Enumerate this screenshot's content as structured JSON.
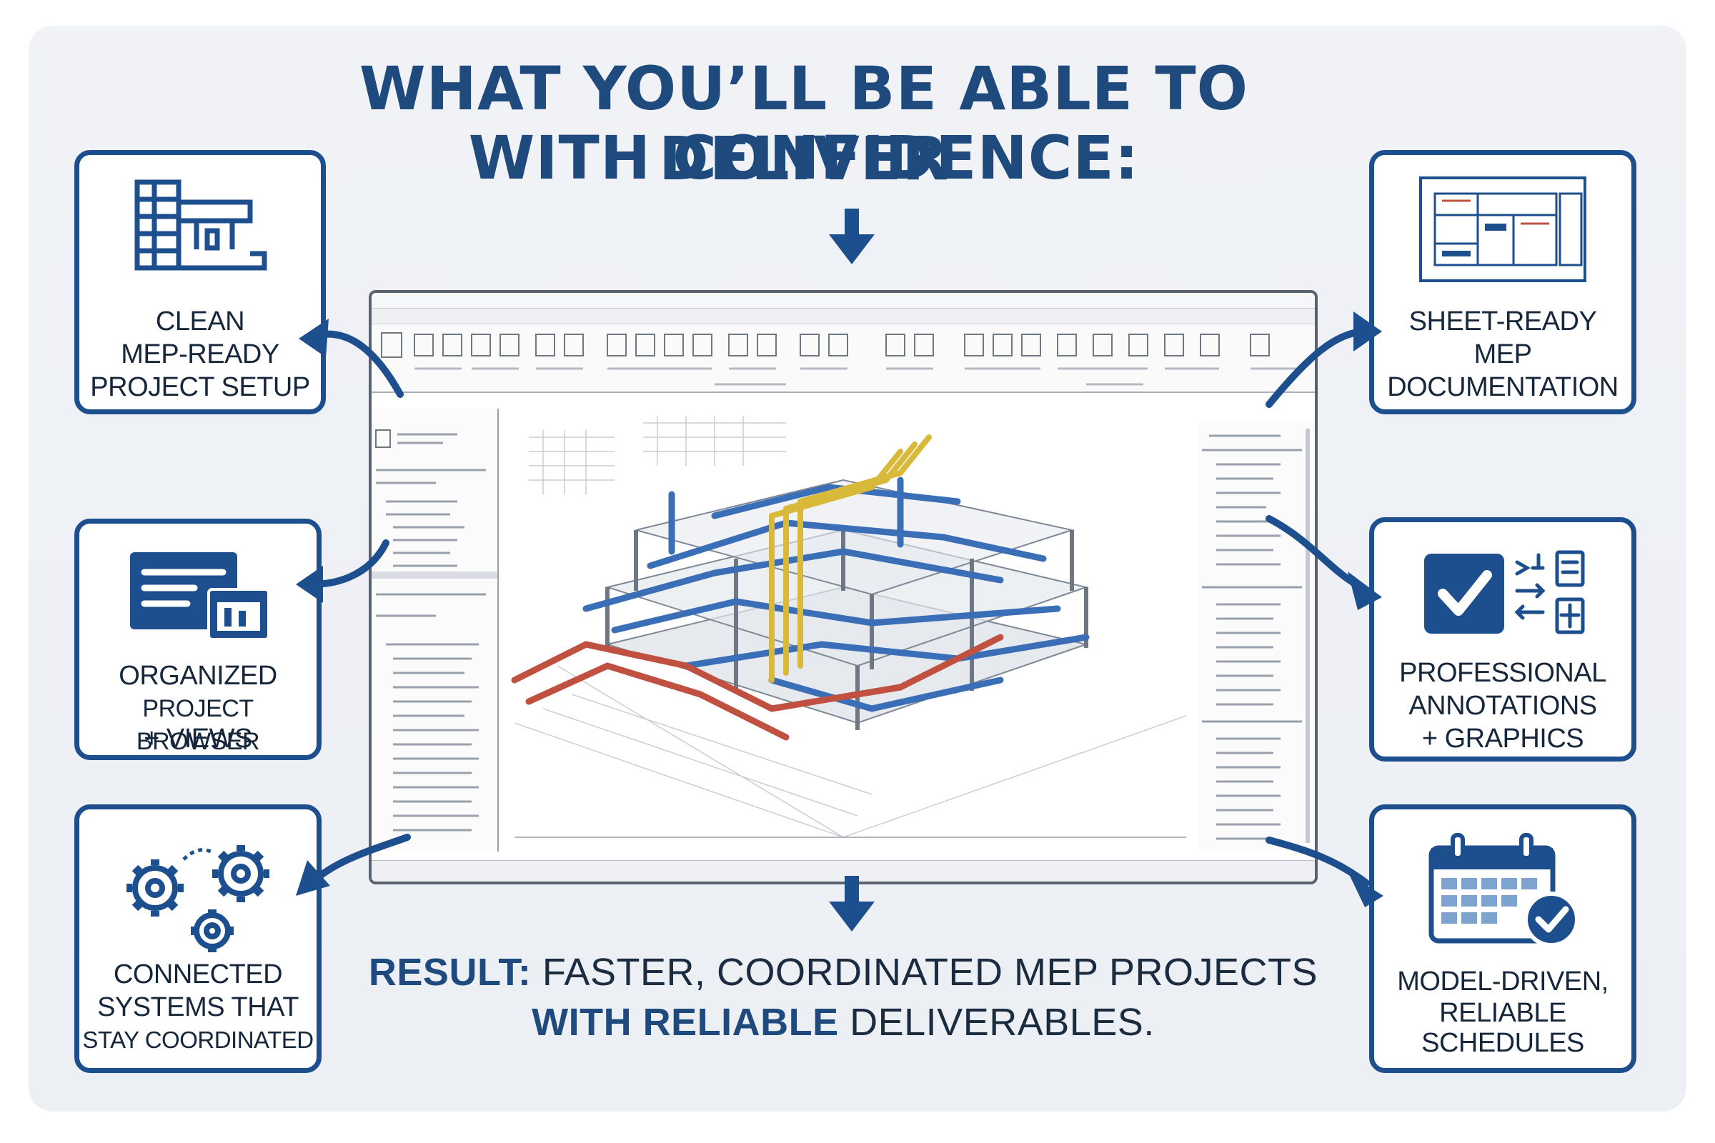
{
  "headline": {
    "line1": "WHAT YOU’LL BE ABLE TO DELIVER",
    "line2": "WITH CONFIDENCE:"
  },
  "cards": [
    {
      "lines": [
        "CLEAN",
        "MEP-READY",
        "PROJECT SETUP"
      ],
      "icon": "building-setup-icon"
    },
    {
      "lines": [
        "ORGANIZED",
        "PROJECT BROWSER",
        "+ VIEWS"
      ],
      "icon": "browser-windows-icon"
    },
    {
      "lines": [
        "CONNECTED",
        "SYSTEMS THAT",
        "STAY COORDINATED"
      ],
      "icon": "gears-icon"
    },
    {
      "lines": [
        "SHEET-READY",
        "MEP",
        "DOCUMENTATION"
      ],
      "icon": "drawing-sheet-icon"
    },
    {
      "lines": [
        "PROFESSIONAL",
        "ANNOTATIONS",
        "+ GRAPHICS"
      ],
      "icon": "checkbox-annotations-icon"
    },
    {
      "lines": [
        "MODEL-DRIVEN,",
        "RELIABLE",
        "SCHEDULES"
      ],
      "icon": "calendar-check-icon"
    }
  ],
  "result": {
    "prefix": "RESULT:",
    "line1_rest": " FASTER, COORDINATED MEP PROJECTS",
    "line2_strong": "WITH RELIABLE",
    "line2_rest": " DELIVERABLES."
  },
  "colors": {
    "brand_blue": "#1d4f8f",
    "headline_blue": "#1f4a7d",
    "pipe_blue": "#3a6fb8",
    "pipe_red": "#c0503f",
    "pipe_yellow": "#d8b93a"
  }
}
